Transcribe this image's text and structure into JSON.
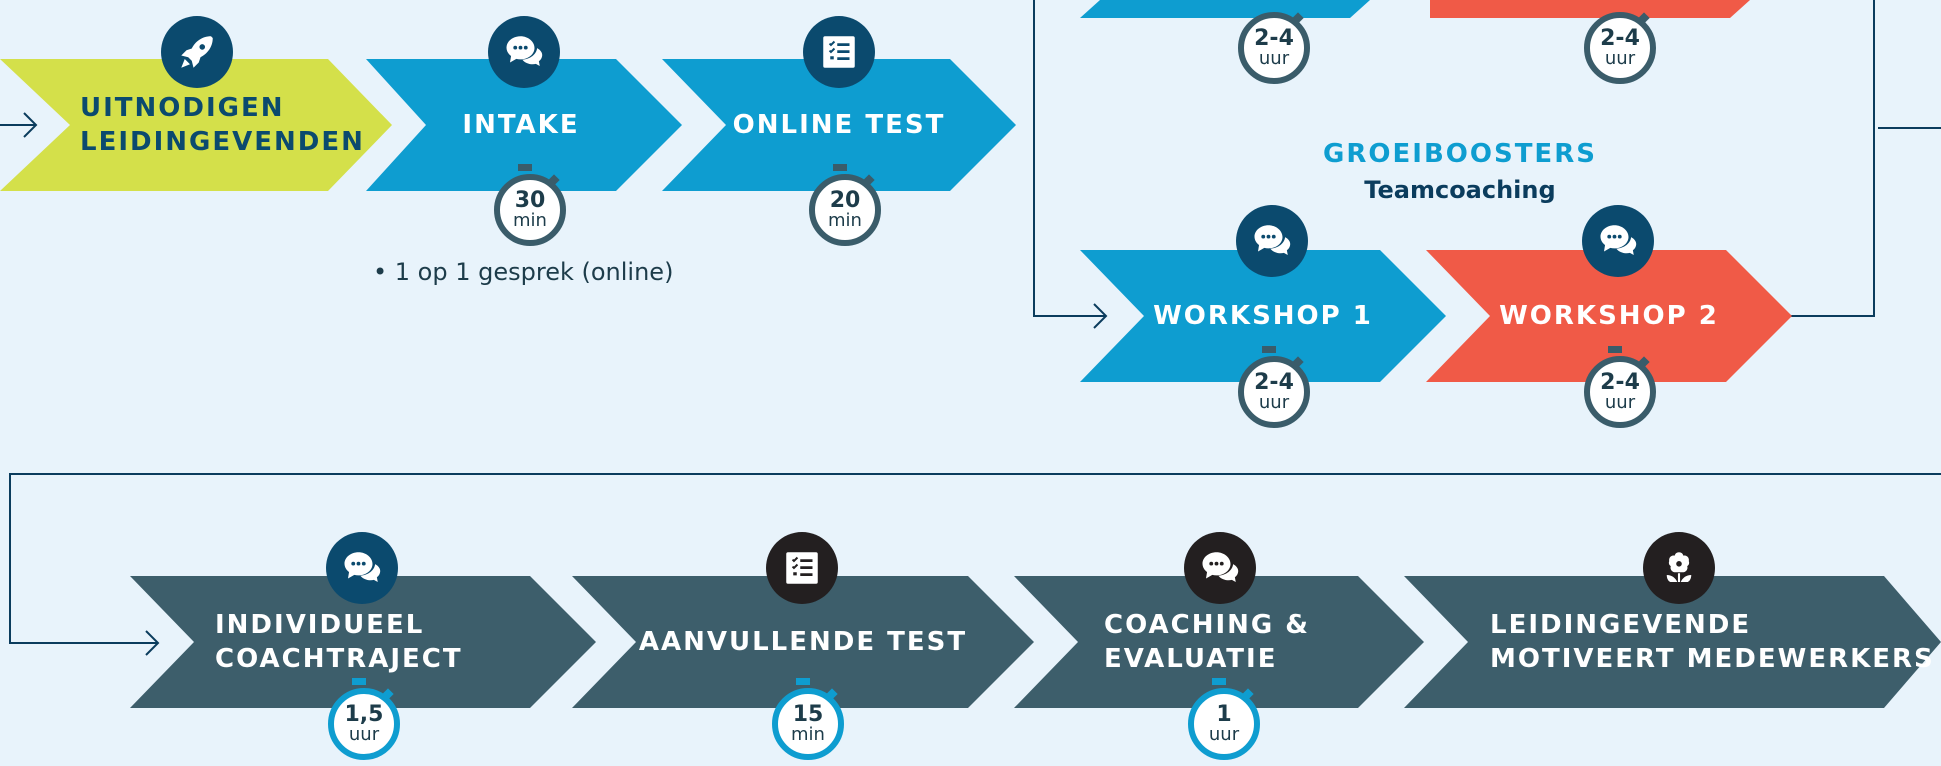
{
  "colors": {
    "background": "#e8f3fb",
    "green": "#d4e04a",
    "blue": "#0e9dd0",
    "coral": "#f05a47",
    "slate": "#3d5e6b",
    "navy": "#0b4a6e",
    "dark_icon": "#231f20",
    "line": "#0b3c5d"
  },
  "top_row": {
    "steps": [
      {
        "label_line1": "UITNODIGEN",
        "label_line2": "LEIDINGEVENDEN",
        "icon": "rocket-icon"
      },
      {
        "label": "INTAKE",
        "icon": "chat-icon",
        "timer_value": "30",
        "timer_unit": "min",
        "note": "• 1 op 1 gesprek (online)"
      },
      {
        "label": "ONLINE TEST",
        "icon": "checklist-icon",
        "timer_value": "20",
        "timer_unit": "min"
      }
    ]
  },
  "groeiboosters": {
    "title": "GROEIBOOSTERS",
    "subtitle": "Teamcoaching",
    "upper_timers": [
      {
        "value": "2-4",
        "unit": "uur"
      },
      {
        "value": "2-4",
        "unit": "uur"
      }
    ],
    "workshops": [
      {
        "label": "WORKSHOP 1",
        "icon": "chat-icon",
        "timer_value": "2-4",
        "timer_unit": "uur"
      },
      {
        "label": "WORKSHOP 2",
        "icon": "chat-icon",
        "timer_value": "2-4",
        "timer_unit": "uur"
      }
    ]
  },
  "bottom_row": {
    "steps": [
      {
        "label_line1": "INDIVIDUEEL",
        "label_line2": "COACHTRAJECT",
        "icon": "chat-icon",
        "timer_value": "1,5",
        "timer_unit": "uur"
      },
      {
        "label": "AANVULLENDE TEST",
        "icon": "checklist-icon",
        "timer_value": "15",
        "timer_unit": "min"
      },
      {
        "label_line1": "COACHING &",
        "label_line2": "EVALUATIE",
        "icon": "chat-icon",
        "timer_value": "1",
        "timer_unit": "uur"
      },
      {
        "label_line1": "LEIDINGEVENDE",
        "label_line2": "MOTIVEERT MEDEWERKERS",
        "icon": "flower-icon"
      }
    ]
  }
}
